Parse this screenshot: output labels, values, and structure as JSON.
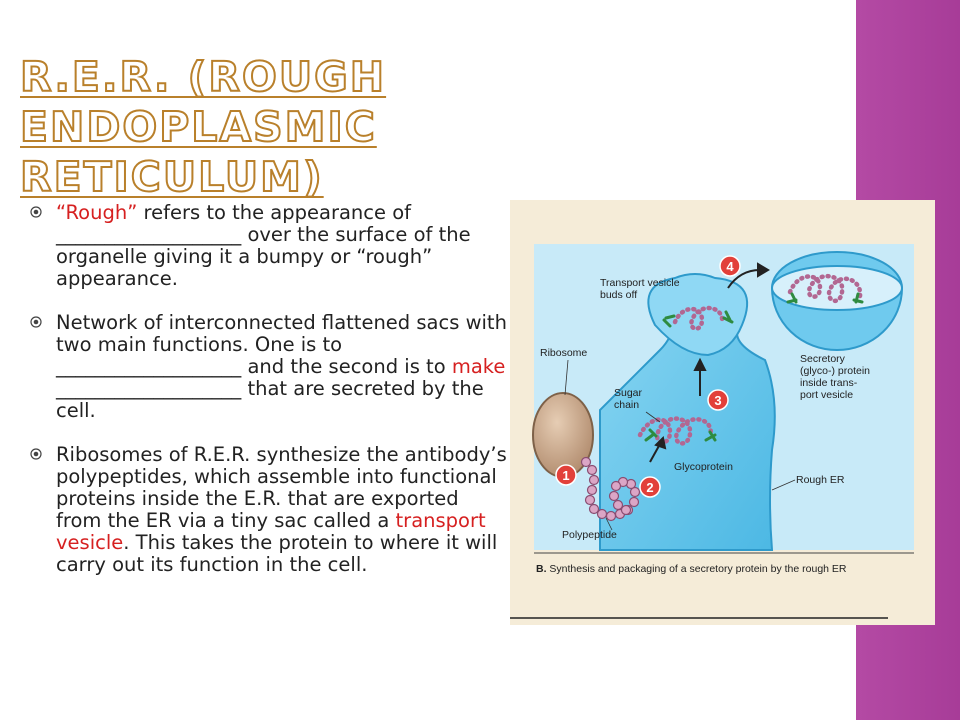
{
  "slide": {
    "title": "R.E.R. (Rough Endoplasmic Reticulum)"
  },
  "bullets": [
    {
      "icon": "circle-bullet-icon",
      "p1": "“Rough”",
      "p2": " refers to the appearance of ___________________ over the surface of the organelle giving it a bumpy or “rough” appearance."
    },
    {
      "icon": "circle-bullet-icon",
      "p1": "Network of interconnected flattened sacs with two main functions. One is to ___________________ and the second is to ",
      "p2": "make",
      "p3": " ___________________ that are secreted by the cell."
    },
    {
      "icon": "circle-bullet-icon",
      "p1": "Ribosomes of R.E.R. synthesize the antibody’s polypeptides, which assemble into functional proteins inside the E.R. that are exported from the ER via a tiny sac called a ",
      "p2": "transport vesicle",
      "p3": ". This takes the protein to where it will carry out its function in the cell."
    }
  ],
  "figure": {
    "labels": {
      "transport_vesicle_line1": "Transport vesicle",
      "transport_vesicle_line2": "buds off",
      "ribosome": "Ribosome",
      "sugar_chain_line1": "Sugar",
      "sugar_chain_line2": "chain",
      "glycoprotein": "Glycoprotein",
      "polypeptide": "Polypeptide",
      "rough_er": "Rough ER",
      "secretory_line1": "Secretory",
      "secretory_line2": "(glyco-) protein",
      "secretory_line3": "inside trans-",
      "secretory_line4": "port vesicle"
    },
    "steps": [
      "1",
      "2",
      "3",
      "4"
    ],
    "caption_letter": "B.",
    "caption_text": " Synthesis and packaging of a secretory protein by the rough ER",
    "colors": {
      "er_blue": "#5cc3ea",
      "er_light": "#bfe6f7",
      "ribosome": "#c9a98b",
      "step_circle": "#e2403a",
      "background": "#f5ecd8"
    }
  }
}
